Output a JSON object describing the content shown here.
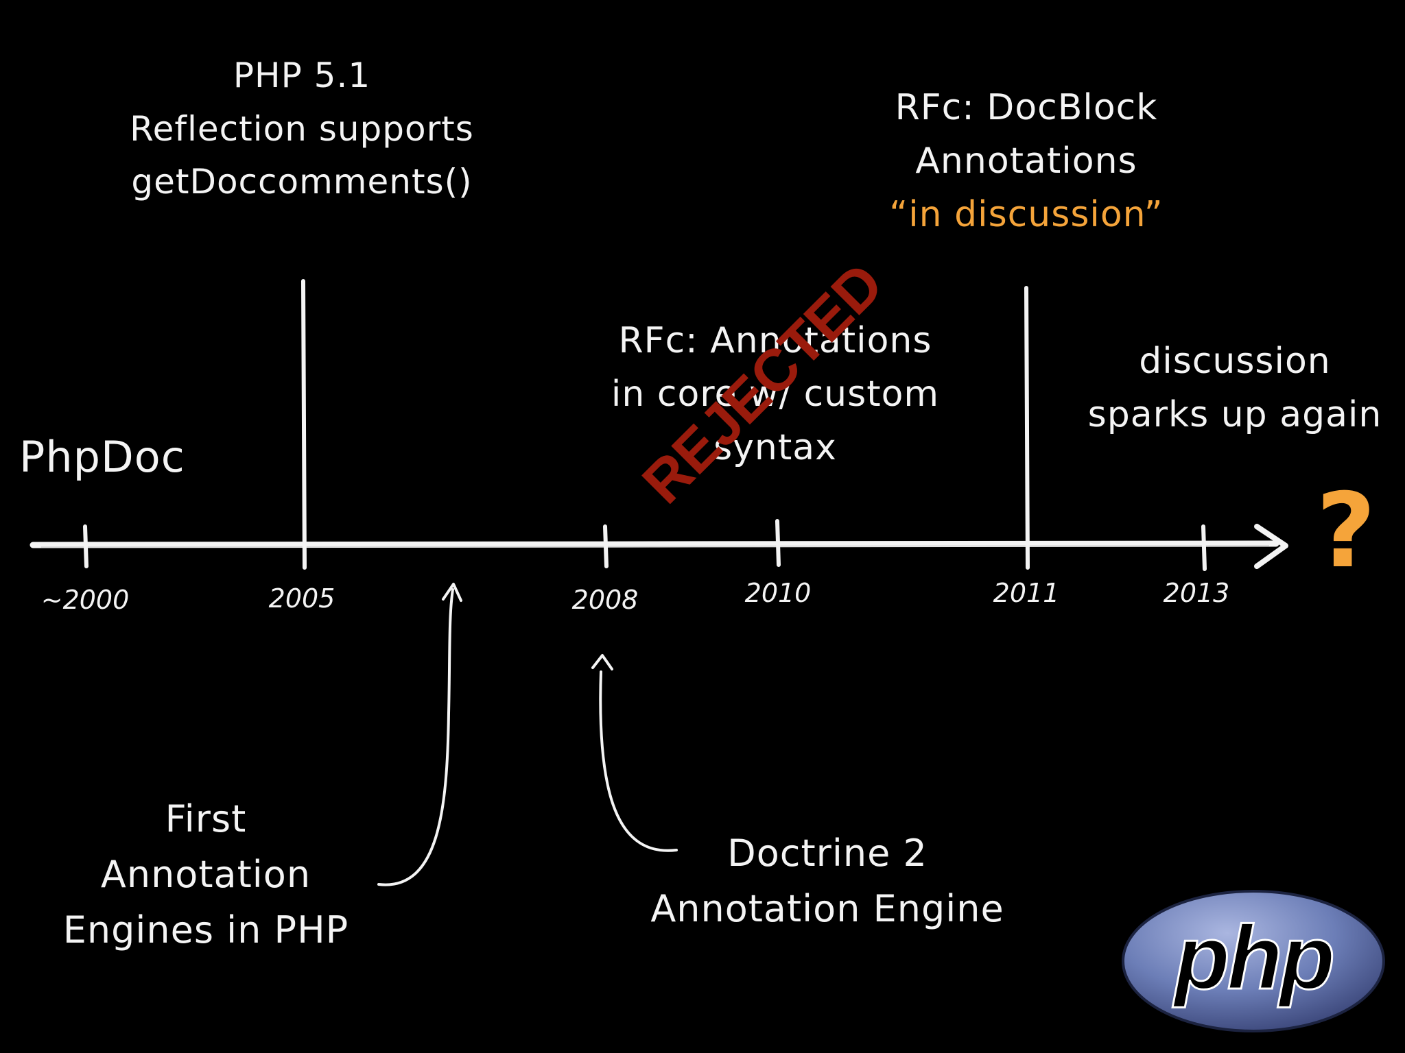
{
  "labels": {
    "phpdoc": "PhpDoc",
    "php51": [
      "PHP 5.1",
      "Reflection supports",
      "getDoccomments()"
    ],
    "rfc_docblock": [
      "RFc: DocBlock",
      "Annotations"
    ],
    "rfc_docblock_status": "“in discussion”",
    "rfc_annotations": [
      "RFc: Annotations",
      "in core w/ custom",
      "syntax"
    ],
    "rejected_stamp": "REJECTED",
    "discussion": [
      "discussion",
      "sparks up again"
    ],
    "first_engines": [
      "First",
      "Annotation",
      "Engines in PHP"
    ],
    "doctrine": [
      "Doctrine 2",
      "Annotation Engine"
    ],
    "question": "?",
    "logo": "php"
  },
  "timeline": {
    "years": [
      "~2000",
      "2005",
      "2008",
      "2010",
      "2011",
      "2013"
    ]
  },
  "colors": {
    "background": "#000000",
    "chalk": "#f4f4f4",
    "accent": "#f5a43a",
    "stamp": "#9a1b0c",
    "logo_blue": "#6c7eb7"
  }
}
